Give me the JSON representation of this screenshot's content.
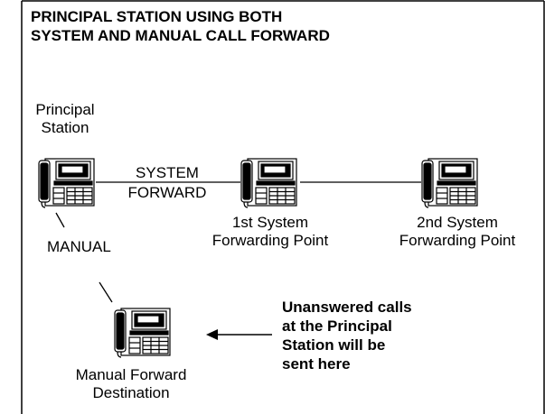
{
  "title": {
    "line1": "PRINCIPAL STATION USING BOTH",
    "line2": "SYSTEM AND MANUAL CALL FORWARD"
  },
  "stations": {
    "principal": {
      "line1": "Principal",
      "line2": "Station",
      "icon": "telephone-icon"
    },
    "first_point": {
      "line1": "1st System",
      "line2": "Forwarding Point",
      "icon": "telephone-icon"
    },
    "second_point": {
      "line1": "2nd System",
      "line2": "Forwarding Point",
      "icon": "telephone-icon"
    },
    "manual_destination": {
      "line1": "Manual Forward",
      "line2": "Destination",
      "icon": "telephone-icon"
    }
  },
  "links": {
    "system_line1": "SYSTEM",
    "system_line2": "FORWARD",
    "manual": "MANUAL"
  },
  "note": {
    "line1": "Unanswered calls",
    "line2": "at the Principal",
    "line3": "Station will be",
    "line4": "sent here"
  },
  "colors": {
    "line": "#000000",
    "background": "#ffffff"
  }
}
